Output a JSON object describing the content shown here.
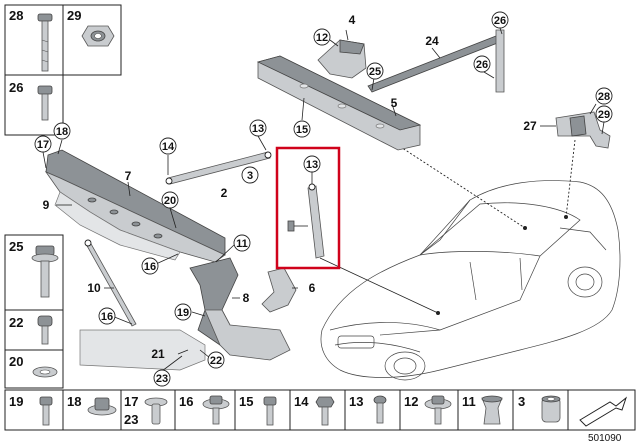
{
  "left_column_parts": [
    {
      "number": "28",
      "icon": "bolt-long-icon"
    },
    {
      "number": "29",
      "icon": "hex-nut-icon"
    },
    {
      "number": "26",
      "icon": "bolt-short-icon"
    },
    {
      "number": "25",
      "icon": "collar-bolt-icon"
    },
    {
      "number": "22",
      "icon": "socket-screw-icon"
    },
    {
      "number": "20",
      "icon": "washer-icon"
    }
  ],
  "bottom_row_parts": [
    {
      "number": "19",
      "icon": "bolt-icon"
    },
    {
      "number": "18",
      "icon": "flange-nut-icon"
    },
    {
      "number": "17",
      "number2": "23",
      "icon": "clip-icon"
    },
    {
      "number": "16",
      "icon": "flange-bolt-icon"
    },
    {
      "number": "15",
      "icon": "bolt-icon"
    },
    {
      "number": "14",
      "icon": "hex-bolt-icon"
    },
    {
      "number": "13",
      "icon": "screw-icon"
    },
    {
      "number": "12",
      "icon": "flange-bolt-icon"
    },
    {
      "number": "11",
      "icon": "expansion-nut-icon"
    },
    {
      "number": "3",
      "icon": "sleeve-icon"
    },
    {
      "number": "",
      "icon": "view-arrow-icon"
    }
  ],
  "callouts": {
    "c18": "18",
    "c17": "17",
    "c7": "7",
    "c9": "9",
    "c20": "20",
    "c16a": "16",
    "c14": "14",
    "c2": "2",
    "c3": "3",
    "c13a": "13",
    "c15": "15",
    "c12": "12",
    "c4": "4",
    "c25": "25",
    "c24": "24",
    "c26a": "26",
    "c26b": "26",
    "c5": "5",
    "c28": "28",
    "c27": "27",
    "c29": "29",
    "c13b": "13",
    "c11": "11",
    "c10": "10",
    "c16b": "16",
    "c19": "19",
    "c8": "8",
    "c6": "6",
    "c21": "21",
    "c22": "22",
    "c23": "23"
  },
  "highlight_color": "#d0021b",
  "diagram_id": "501090"
}
